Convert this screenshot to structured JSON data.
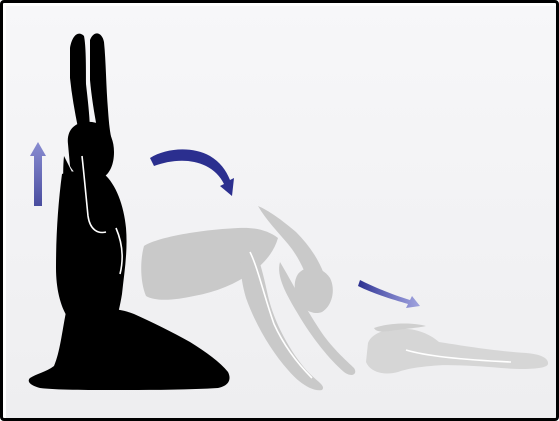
{
  "illustration": {
    "subject": "yoga-pose-sequence",
    "figures": [
      "kneeling-arms-raised",
      "bending-forward",
      "resting-child-pose"
    ],
    "arrows": [
      "upward-arrow",
      "curved-forward-arrow",
      "diagonal-down-arrow"
    ]
  },
  "colors": {
    "figure_primary": "#000000",
    "figure_ghost": "#c9c9c9",
    "figure_ghost_light": "#d6d6d6",
    "figure_outline": "#ffffff",
    "arrow": "#2b2f8f",
    "background": "#f3f3f5",
    "frame": "#000000"
  }
}
